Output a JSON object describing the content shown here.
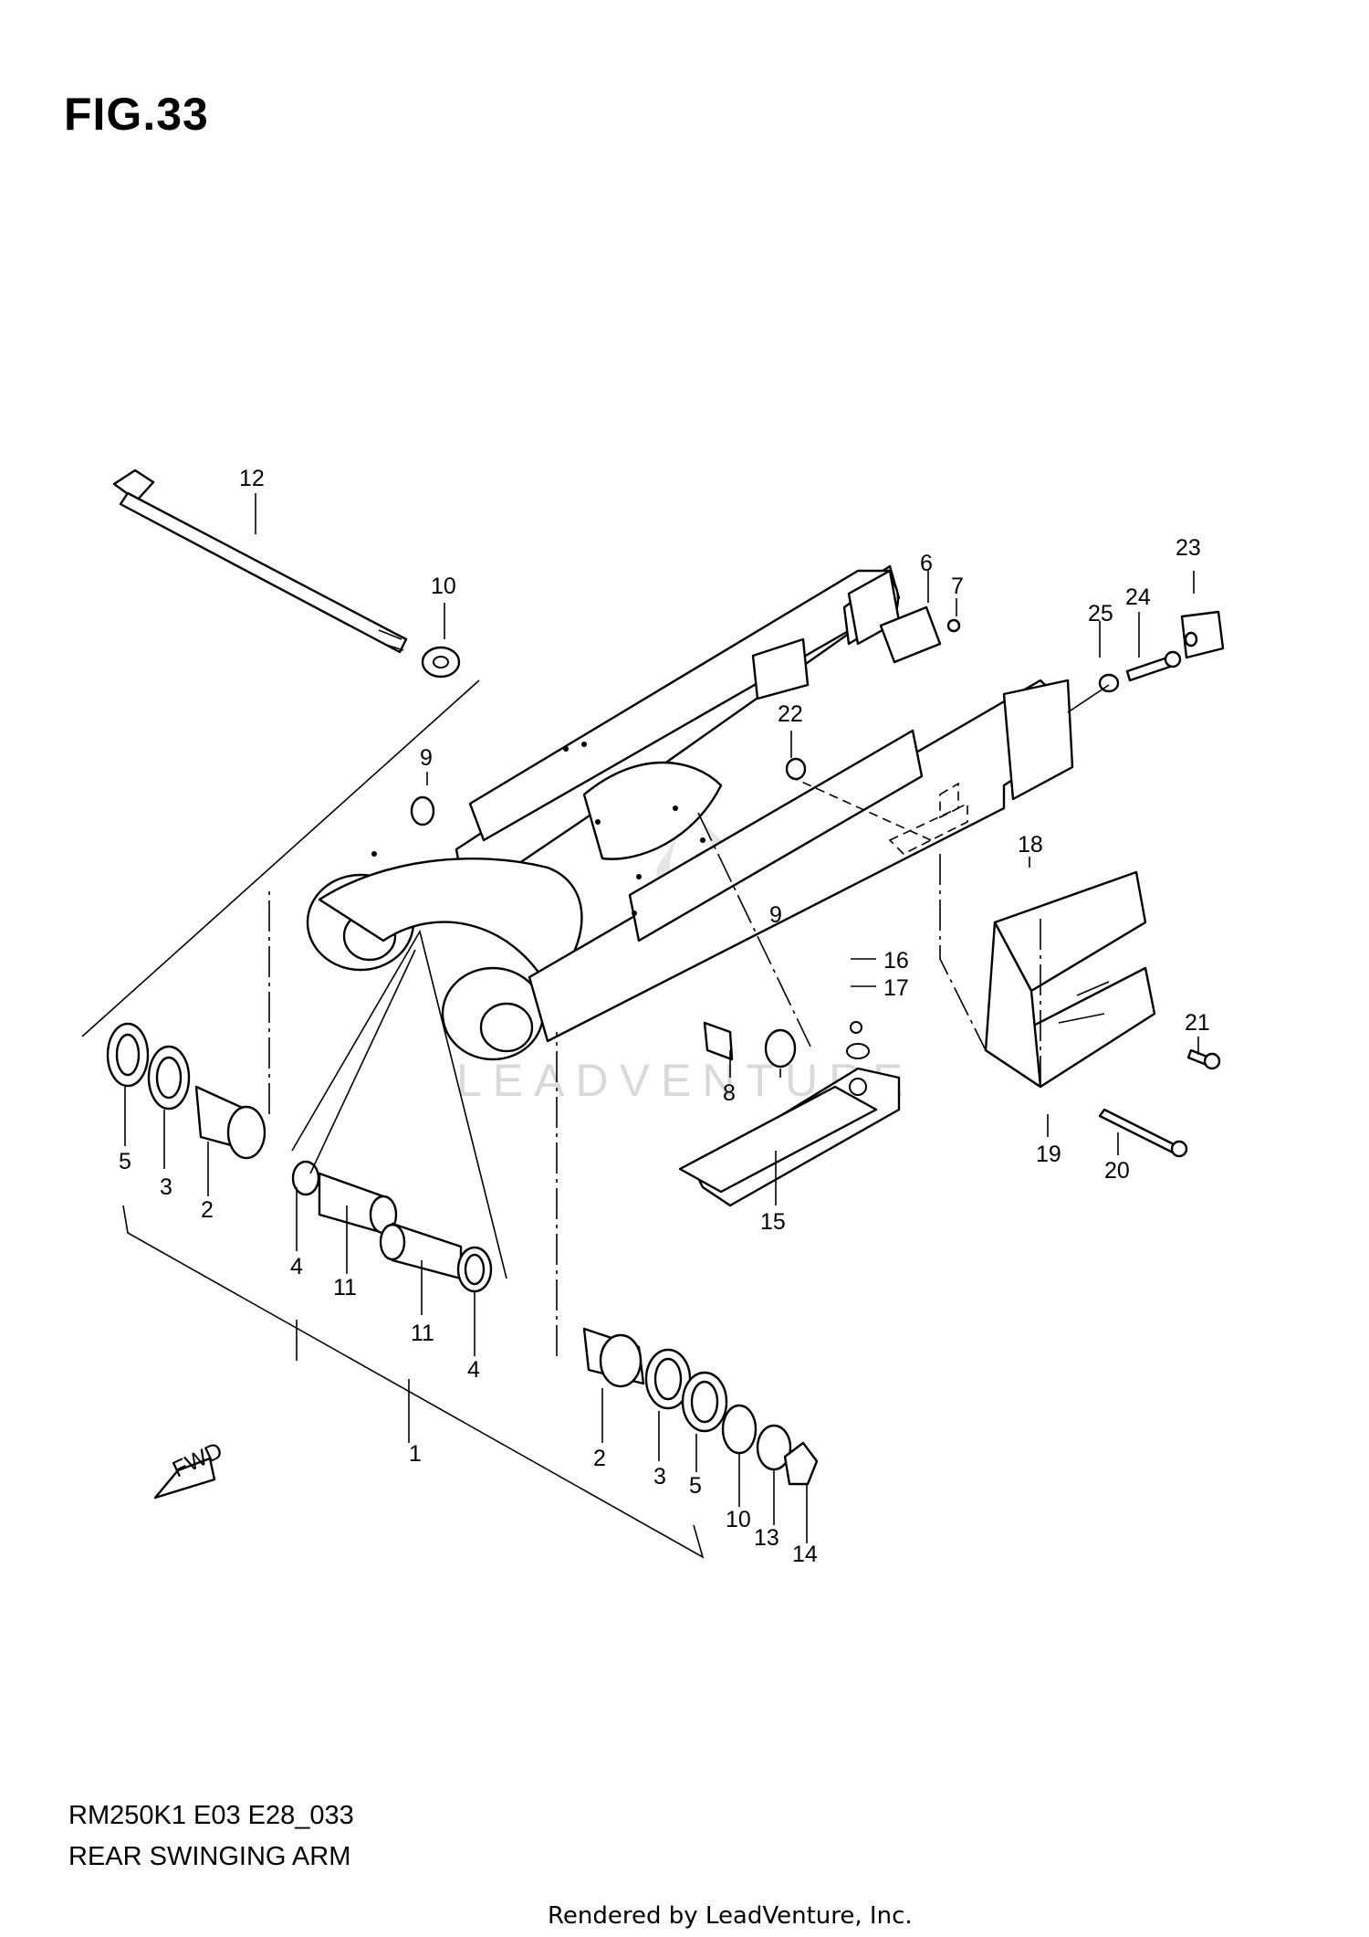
{
  "figure": {
    "title": "FIG.33",
    "model_code": "RM250K1 E03 E28_033",
    "assembly_name": "REAR SWINGING ARM",
    "render_credit": "Rendered by LeadVenture, Inc.",
    "watermark_text": "LEADVENTURE",
    "direction_badge": "FWD"
  },
  "callouts": [
    "1",
    "2",
    "2",
    "3",
    "3",
    "4",
    "4",
    "5",
    "5",
    "6",
    "7",
    "8",
    "9",
    "9",
    "10",
    "10",
    "11",
    "11",
    "12",
    "13",
    "14",
    "15",
    "16",
    "17",
    "18",
    "19",
    "20",
    "21",
    "22",
    "23",
    "24",
    "25"
  ],
  "colors": {
    "line": "#000000",
    "background": "#ffffff",
    "watermark": "#d9d9d9"
  }
}
